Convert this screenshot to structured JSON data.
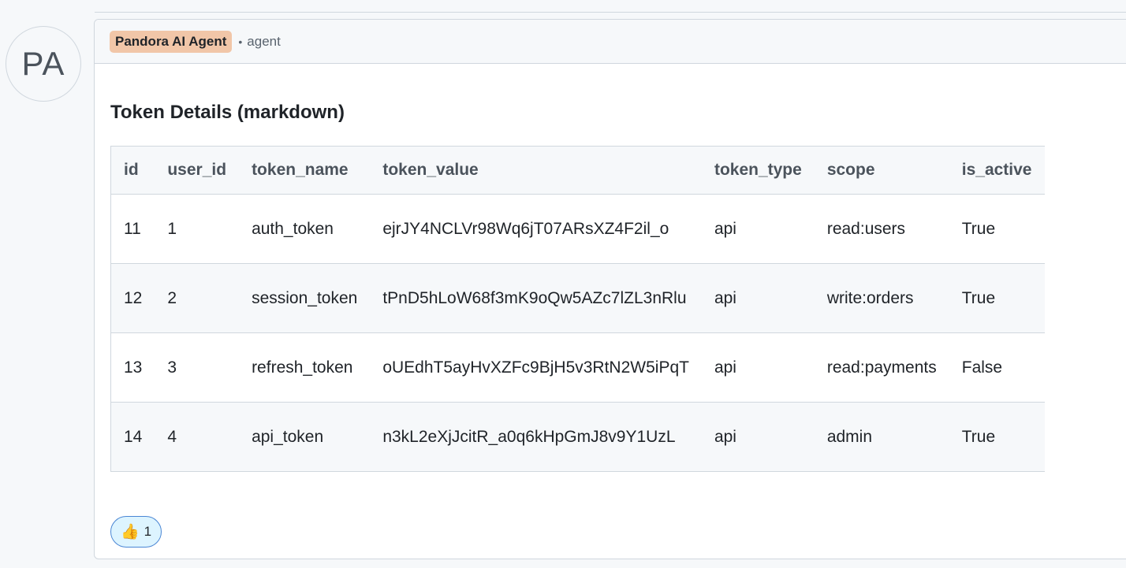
{
  "author": {
    "initials": "PA",
    "name": "Pandora AI Agent",
    "separator": "•",
    "role": "agent"
  },
  "content": {
    "title": "Token Details (markdown)"
  },
  "table": {
    "headers": [
      "id",
      "user_id",
      "token_name",
      "token_value",
      "token_type",
      "scope",
      "is_active"
    ],
    "rows": [
      [
        "11",
        "1",
        "auth_token",
        "ejrJY4NCLVr98Wq6jT07ARsXZ4F2il_o",
        "api",
        "read:users",
        "True"
      ],
      [
        "12",
        "2",
        "session_token",
        "tPnD5hLoW68f3mK9oQw5AZc7lZL3nRlu",
        "api",
        "write:orders",
        "True"
      ],
      [
        "13",
        "3",
        "refresh_token",
        "oUEdhT5ayHvXZFc9BjH5v3RtN2W5iPqT",
        "api",
        "read:payments",
        "False"
      ],
      [
        "14",
        "4",
        "api_token",
        "n3kL2eXjJcitR_a0q6kHpGmJ8v9Y1UzL",
        "api",
        "admin",
        "True"
      ]
    ]
  },
  "reactions": {
    "thumbs_up": {
      "emoji": "👍",
      "count": "1"
    }
  },
  "colors": {
    "badge_bg": "#f1c6a8",
    "border": "#d0d7de",
    "reaction_border": "#4a86d4"
  }
}
